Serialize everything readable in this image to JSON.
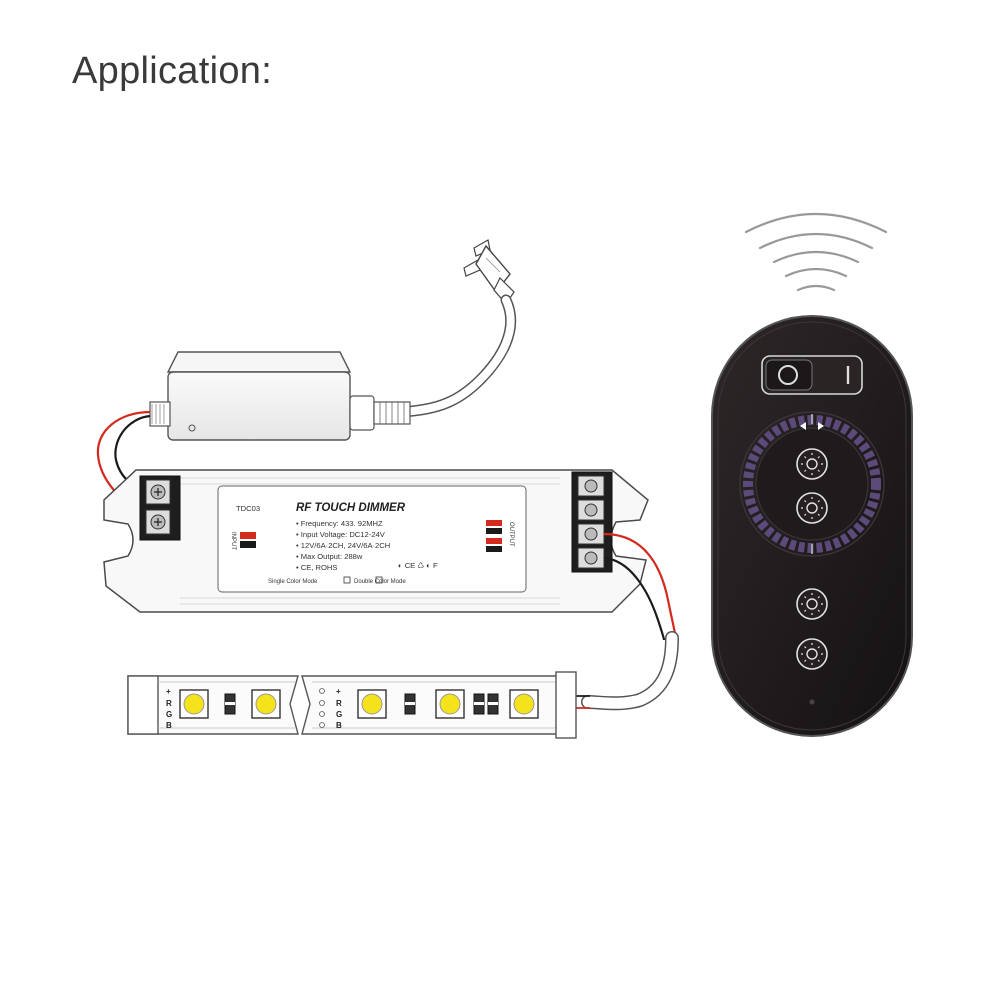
{
  "heading": "Application:",
  "dimmer": {
    "title": "RF TOUCH DIMMER",
    "model": "TDC03",
    "specs": [
      "• Frequency: 433. 92MHZ",
      "• Input Voltage: DC12-24V",
      "• 12V/6A·2CH, 24V/6A·2CH",
      "• Max Output: 288w",
      "• CE, ROHS"
    ],
    "input_label": "INPUT",
    "output_label": "OUTPUT",
    "mode_single": "Single Color Mode",
    "mode_double": "Double Color Mode",
    "cert_marks": "◐ CE ♺ ◐ F"
  },
  "strip": {
    "pins": [
      "+",
      "R",
      "G",
      "B"
    ]
  },
  "colors": {
    "wire_red": "#d42a1e",
    "wire_black": "#1a1a1a",
    "remote_body": "#231e1f",
    "led_yellow": "#f4e21a",
    "ring_purple": "#5b4a7a"
  },
  "icons": [
    "plug-icon",
    "power-supply-icon",
    "dimmer-controller-icon",
    "led-strip-icon",
    "remote-control-icon",
    "wireless-signal-icon",
    "power-button-icon",
    "brightness-knob-icon"
  ]
}
